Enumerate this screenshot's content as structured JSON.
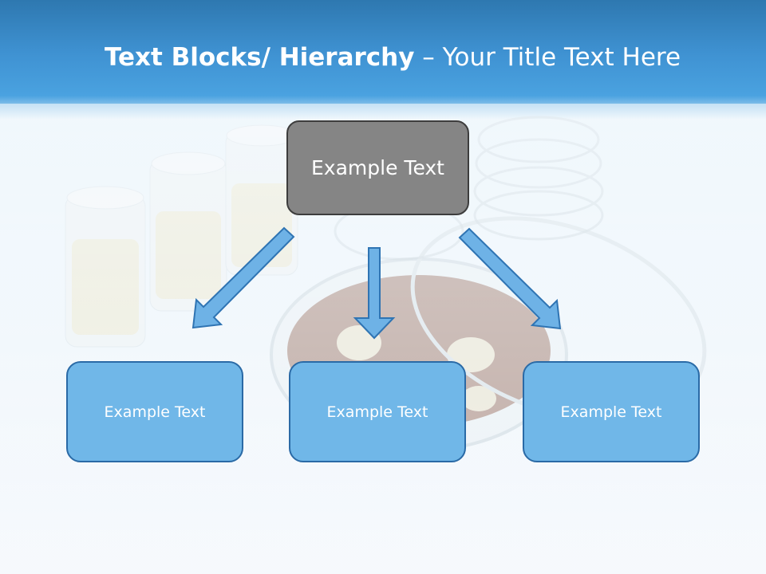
{
  "slide": {
    "title_bold": "Text Blocks/ Hierarchy",
    "title_dash": " – ",
    "title_rest": "Your Title Text Here"
  },
  "hierarchy": {
    "top_label": "Example Text",
    "children": [
      {
        "label": "Example Text"
      },
      {
        "label": "Example Text"
      },
      {
        "label": "Example Text"
      }
    ]
  },
  "colors": {
    "header": "#3f92d2",
    "top_box_fill": "#858585",
    "child_box_fill": "#70b7e8",
    "arrow_fill": "#6eb2e6"
  }
}
